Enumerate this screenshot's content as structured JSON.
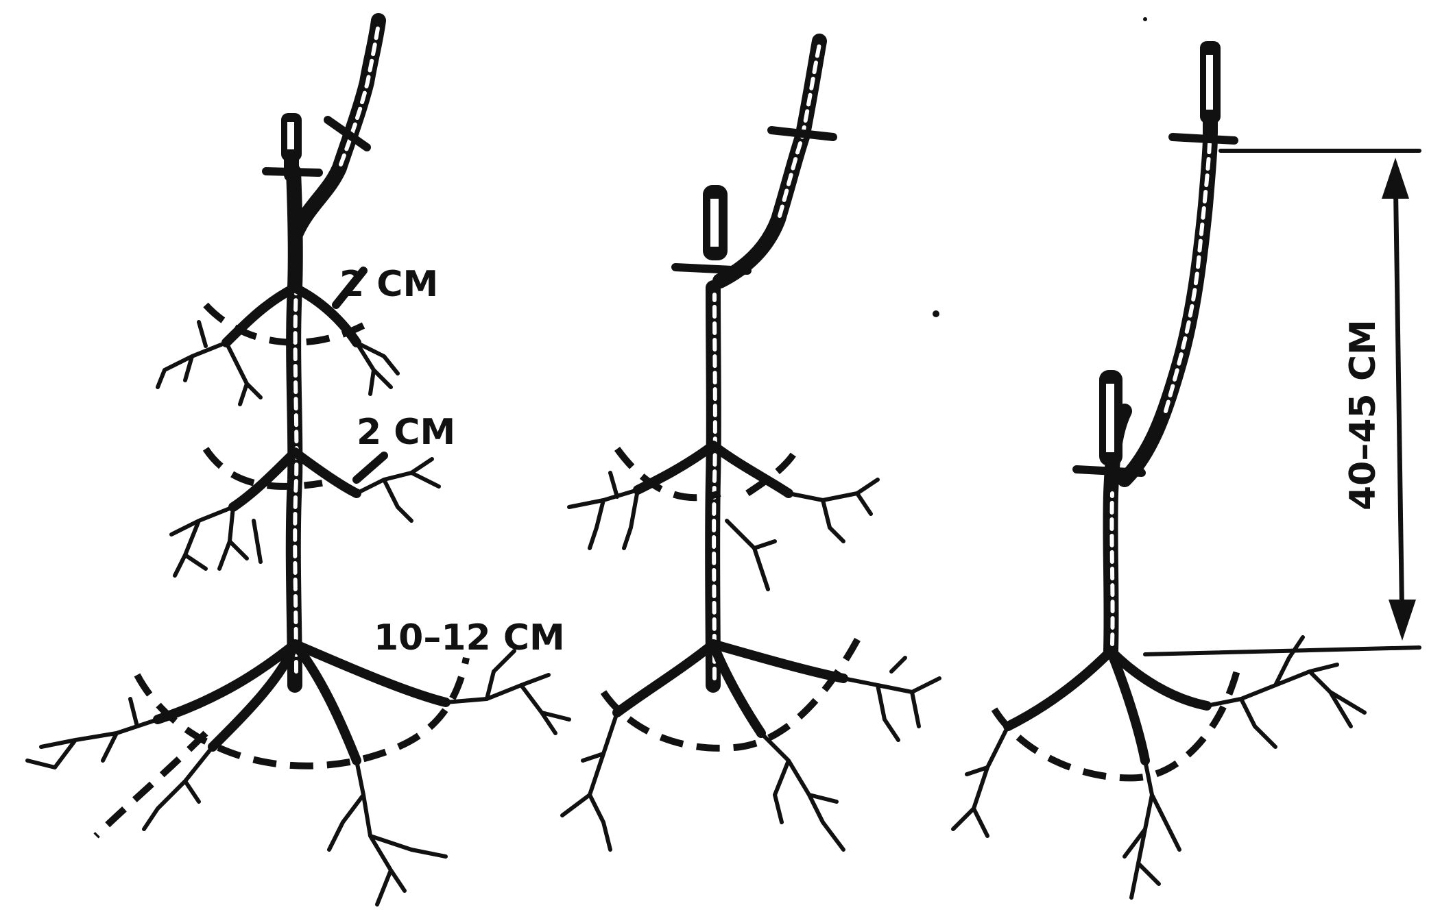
{
  "labels": {
    "top_root_cut": "2 СМ",
    "middle_root_cut": "2 СМ",
    "lower_root_cut": "10–12 СМ",
    "height": "40–45 СМ"
  }
}
